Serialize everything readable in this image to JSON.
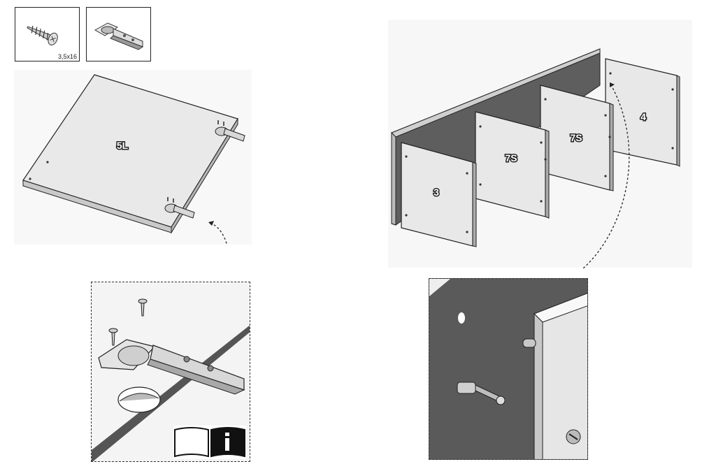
{
  "parts": {
    "screw": {
      "icon": "screw-icon",
      "label": "3,5x16"
    },
    "hinge": {
      "icon": "hinge-icon"
    }
  },
  "left_panel": {
    "label": "5L"
  },
  "right_panels": {
    "panel_3": "3",
    "panel_7s_a": "7S",
    "panel_7s_b": "7S",
    "panel_4": "4"
  },
  "info_icon": "info-book-icon",
  "colors": {
    "panel_face": "#e6e6e6",
    "panel_edge": "#bdbdbd",
    "back_panel": "#606060",
    "detail_dark": "#5a5a5a",
    "outline": "#222222"
  }
}
